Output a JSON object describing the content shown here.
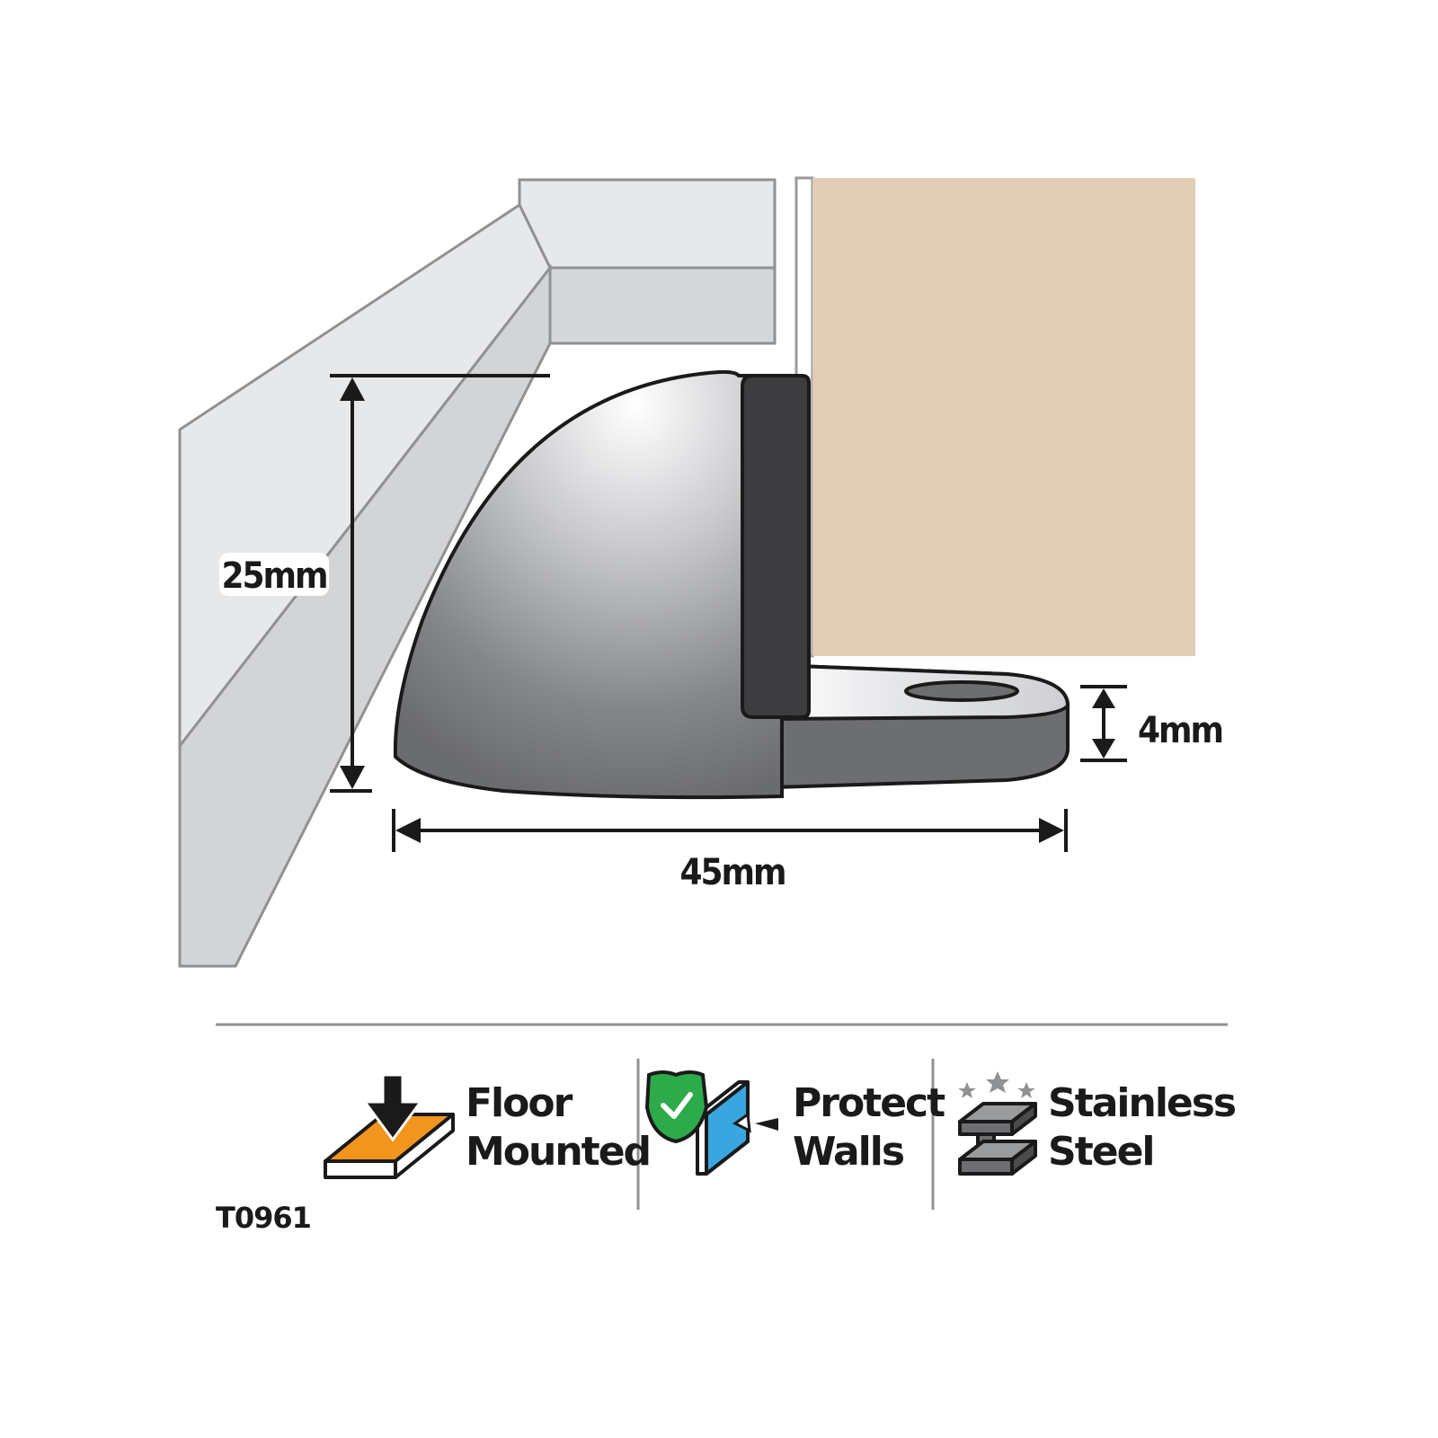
{
  "dimensions": {
    "height": "25mm",
    "width": "45mm",
    "base_thickness": "4mm"
  },
  "features": [
    {
      "line1": "Floor",
      "line2": "Mounted",
      "icon": "floor-mounted-icon"
    },
    {
      "line1": "Protect",
      "line2": "Walls",
      "icon": "protect-walls-icon"
    },
    {
      "line1": "Stainless",
      "line2": "Steel",
      "icon": "stainless-steel-icon"
    }
  ],
  "product_code": "T0961",
  "colors": {
    "door": "#e0cdb4",
    "accent_orange": "#f2951f",
    "shield_green": "#2daa4a",
    "glass_blue": "#3aa6df",
    "bumper": "#3d3d3f"
  }
}
